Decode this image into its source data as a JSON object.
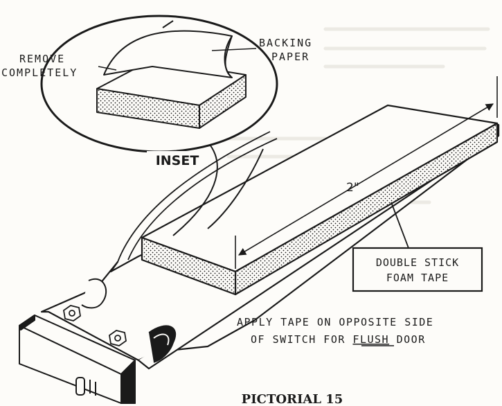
{
  "labels": {
    "backing_paper_line1": "BACKING",
    "backing_paper_line2": "PAPER",
    "remove_line1": "REMOVE",
    "remove_line2": "COMPLETELY",
    "inset": "INSET",
    "dimension": "2\"",
    "foam_tape_line1": "DOUBLE STICK",
    "foam_tape_line2": "FOAM TAPE",
    "instruction_line1": "APPLY TAPE ON OPPOSITE SIDE",
    "instruction_line2_prefix": "OF SWITCH FOR ",
    "instruction_line2_emph": "FLUSH",
    "instruction_line2_suffix": " DOOR",
    "caption": "PICTORIAL 15"
  },
  "colors": {
    "ink": "#1a1a1a",
    "paper": "#fdfcf9",
    "ghost_text": "#e9e7e2"
  }
}
